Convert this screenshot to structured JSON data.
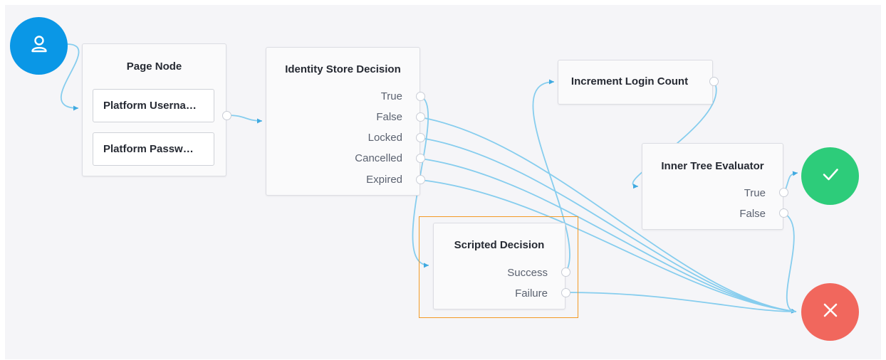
{
  "nodes": {
    "page_node": {
      "title": "Page Node",
      "children": [
        "Platform Userna…",
        "Platform Passw…"
      ]
    },
    "identity_store": {
      "title": "Identity Store Decision",
      "outcomes": [
        "True",
        "False",
        "Locked",
        "Cancelled",
        "Expired"
      ]
    },
    "scripted_decision": {
      "title": "Scripted Decision",
      "outcomes": [
        "Success",
        "Failure"
      ]
    },
    "increment_login": {
      "title": "Increment Login Count"
    },
    "inner_tree": {
      "title": "Inner Tree Evaluator",
      "outcomes": [
        "True",
        "False"
      ]
    }
  },
  "start_node": {
    "icon": "user-icon"
  },
  "success_node": {
    "icon": "checkmark-icon"
  },
  "failure_node": {
    "icon": "x-icon"
  },
  "colors": {
    "start": "#0a97e6",
    "success": "#2dcc7a",
    "failure": "#f1675d",
    "wire": "#86cdee",
    "selection": "#f39a25"
  }
}
